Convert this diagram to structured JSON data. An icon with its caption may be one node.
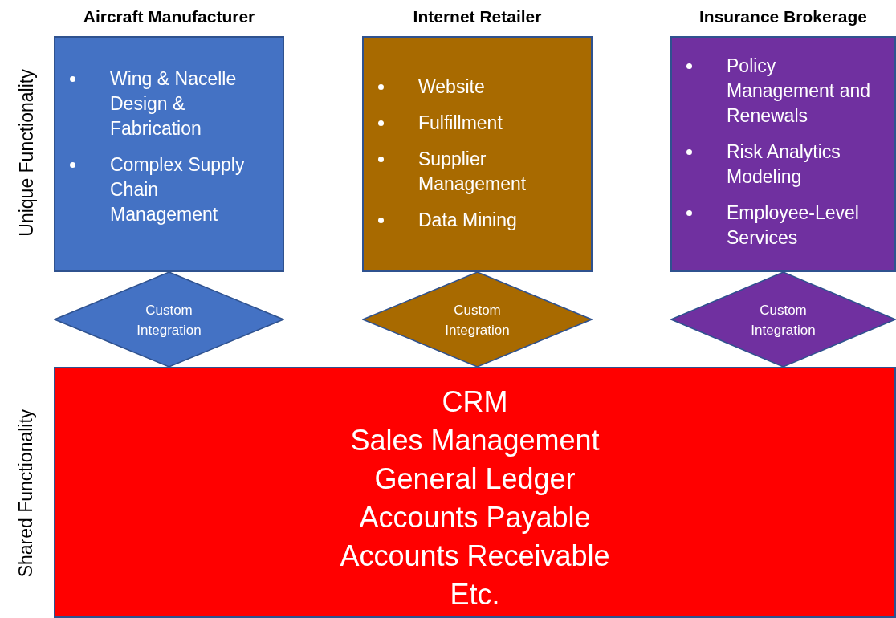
{
  "diagram": {
    "nodes": [
      {
        "text": [
          "Aircraft Manufacturer",
          "Wing & Nacelle Design & Fabrication",
          "Complex Supply Chain Management"
        ]
      },
      {
        "text": [
          "Custom Integration"
        ]
      },
      {
        "text": [
          "Internet Retailer",
          "Website",
          "Fulfillment",
          "Supplier Management",
          "Data Mining"
        ]
      },
      {
        "text": [
          "Custom Integration"
        ]
      },
      {
        "text": [
          "Insurance Brokerage",
          "Policy Management and Renewals",
          "Risk Analytics Modeling",
          "Employee-Level Services"
        ]
      },
      {
        "text": [
          "Custom Integration"
        ]
      },
      {
        "text": [
          "CRM",
          "Sales Management",
          "General Ledger",
          "Accounts Payable",
          "Accounts Receivable",
          "Etc."
        ]
      }
    ],
    "labels": [
      "Unique Functionality",
      "Shared Functionality"
    ]
  }
}
